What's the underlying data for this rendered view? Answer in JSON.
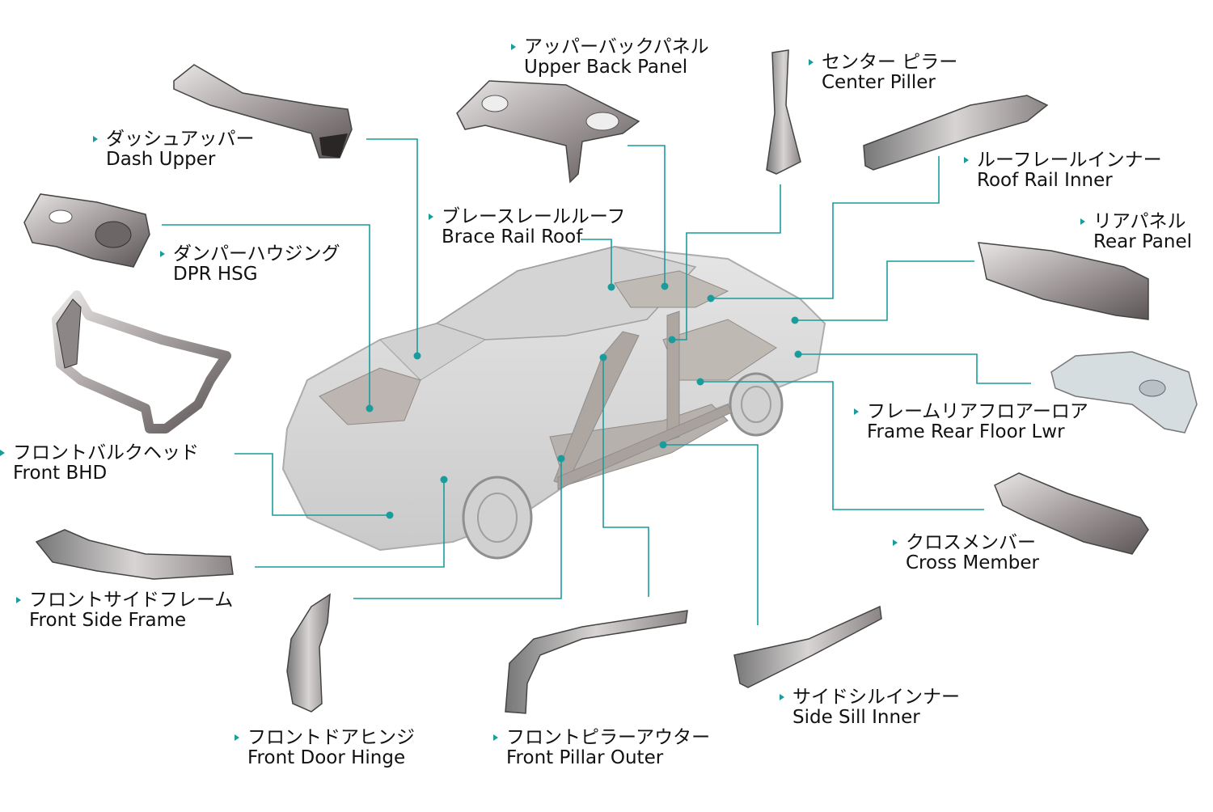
{
  "accent_color": "#1a9c9c",
  "parts": [
    {
      "id": "dash-upper",
      "jp": "ダッシュアッパー",
      "en": "Dash Upper"
    },
    {
      "id": "dpr-hsg",
      "jp": "ダンパーハウジング",
      "en": "DPR HSG"
    },
    {
      "id": "front-bhd",
      "jp": "フロントバルクヘッド",
      "en": "Front BHD"
    },
    {
      "id": "front-side-frame",
      "jp": "フロントサイドフレーム",
      "en": "Front Side Frame"
    },
    {
      "id": "front-door-hinge",
      "jp": "フロントドアヒンジ",
      "en": "Front Door Hinge"
    },
    {
      "id": "front-pillar-outer",
      "jp": "フロントピラーアウター",
      "en": "Front Pillar Outer"
    },
    {
      "id": "upper-back-panel",
      "jp": "アッパーバックパネル",
      "en": "Upper Back Panel"
    },
    {
      "id": "brace-rail-roof",
      "jp": "ブレースレールルーフ",
      "en": "Brace Rail Roof"
    },
    {
      "id": "center-piller",
      "jp": "センター ピラー",
      "en": "Center Piller"
    },
    {
      "id": "roof-rail-inner",
      "jp": "ルーフレールインナー",
      "en": "Roof Rail Inner"
    },
    {
      "id": "rear-panel",
      "jp": "リアパネル",
      "en": "Rear Panel"
    },
    {
      "id": "frame-rear-floor-lwr",
      "jp": "フレームリアフロアーロア",
      "en": "Frame Rear Floor Lwr"
    },
    {
      "id": "cross-member",
      "jp": "クロスメンバー",
      "en": "Cross Member"
    },
    {
      "id": "side-sill-inner",
      "jp": "サイドシルインナー",
      "en": "Side Sill Inner"
    }
  ]
}
